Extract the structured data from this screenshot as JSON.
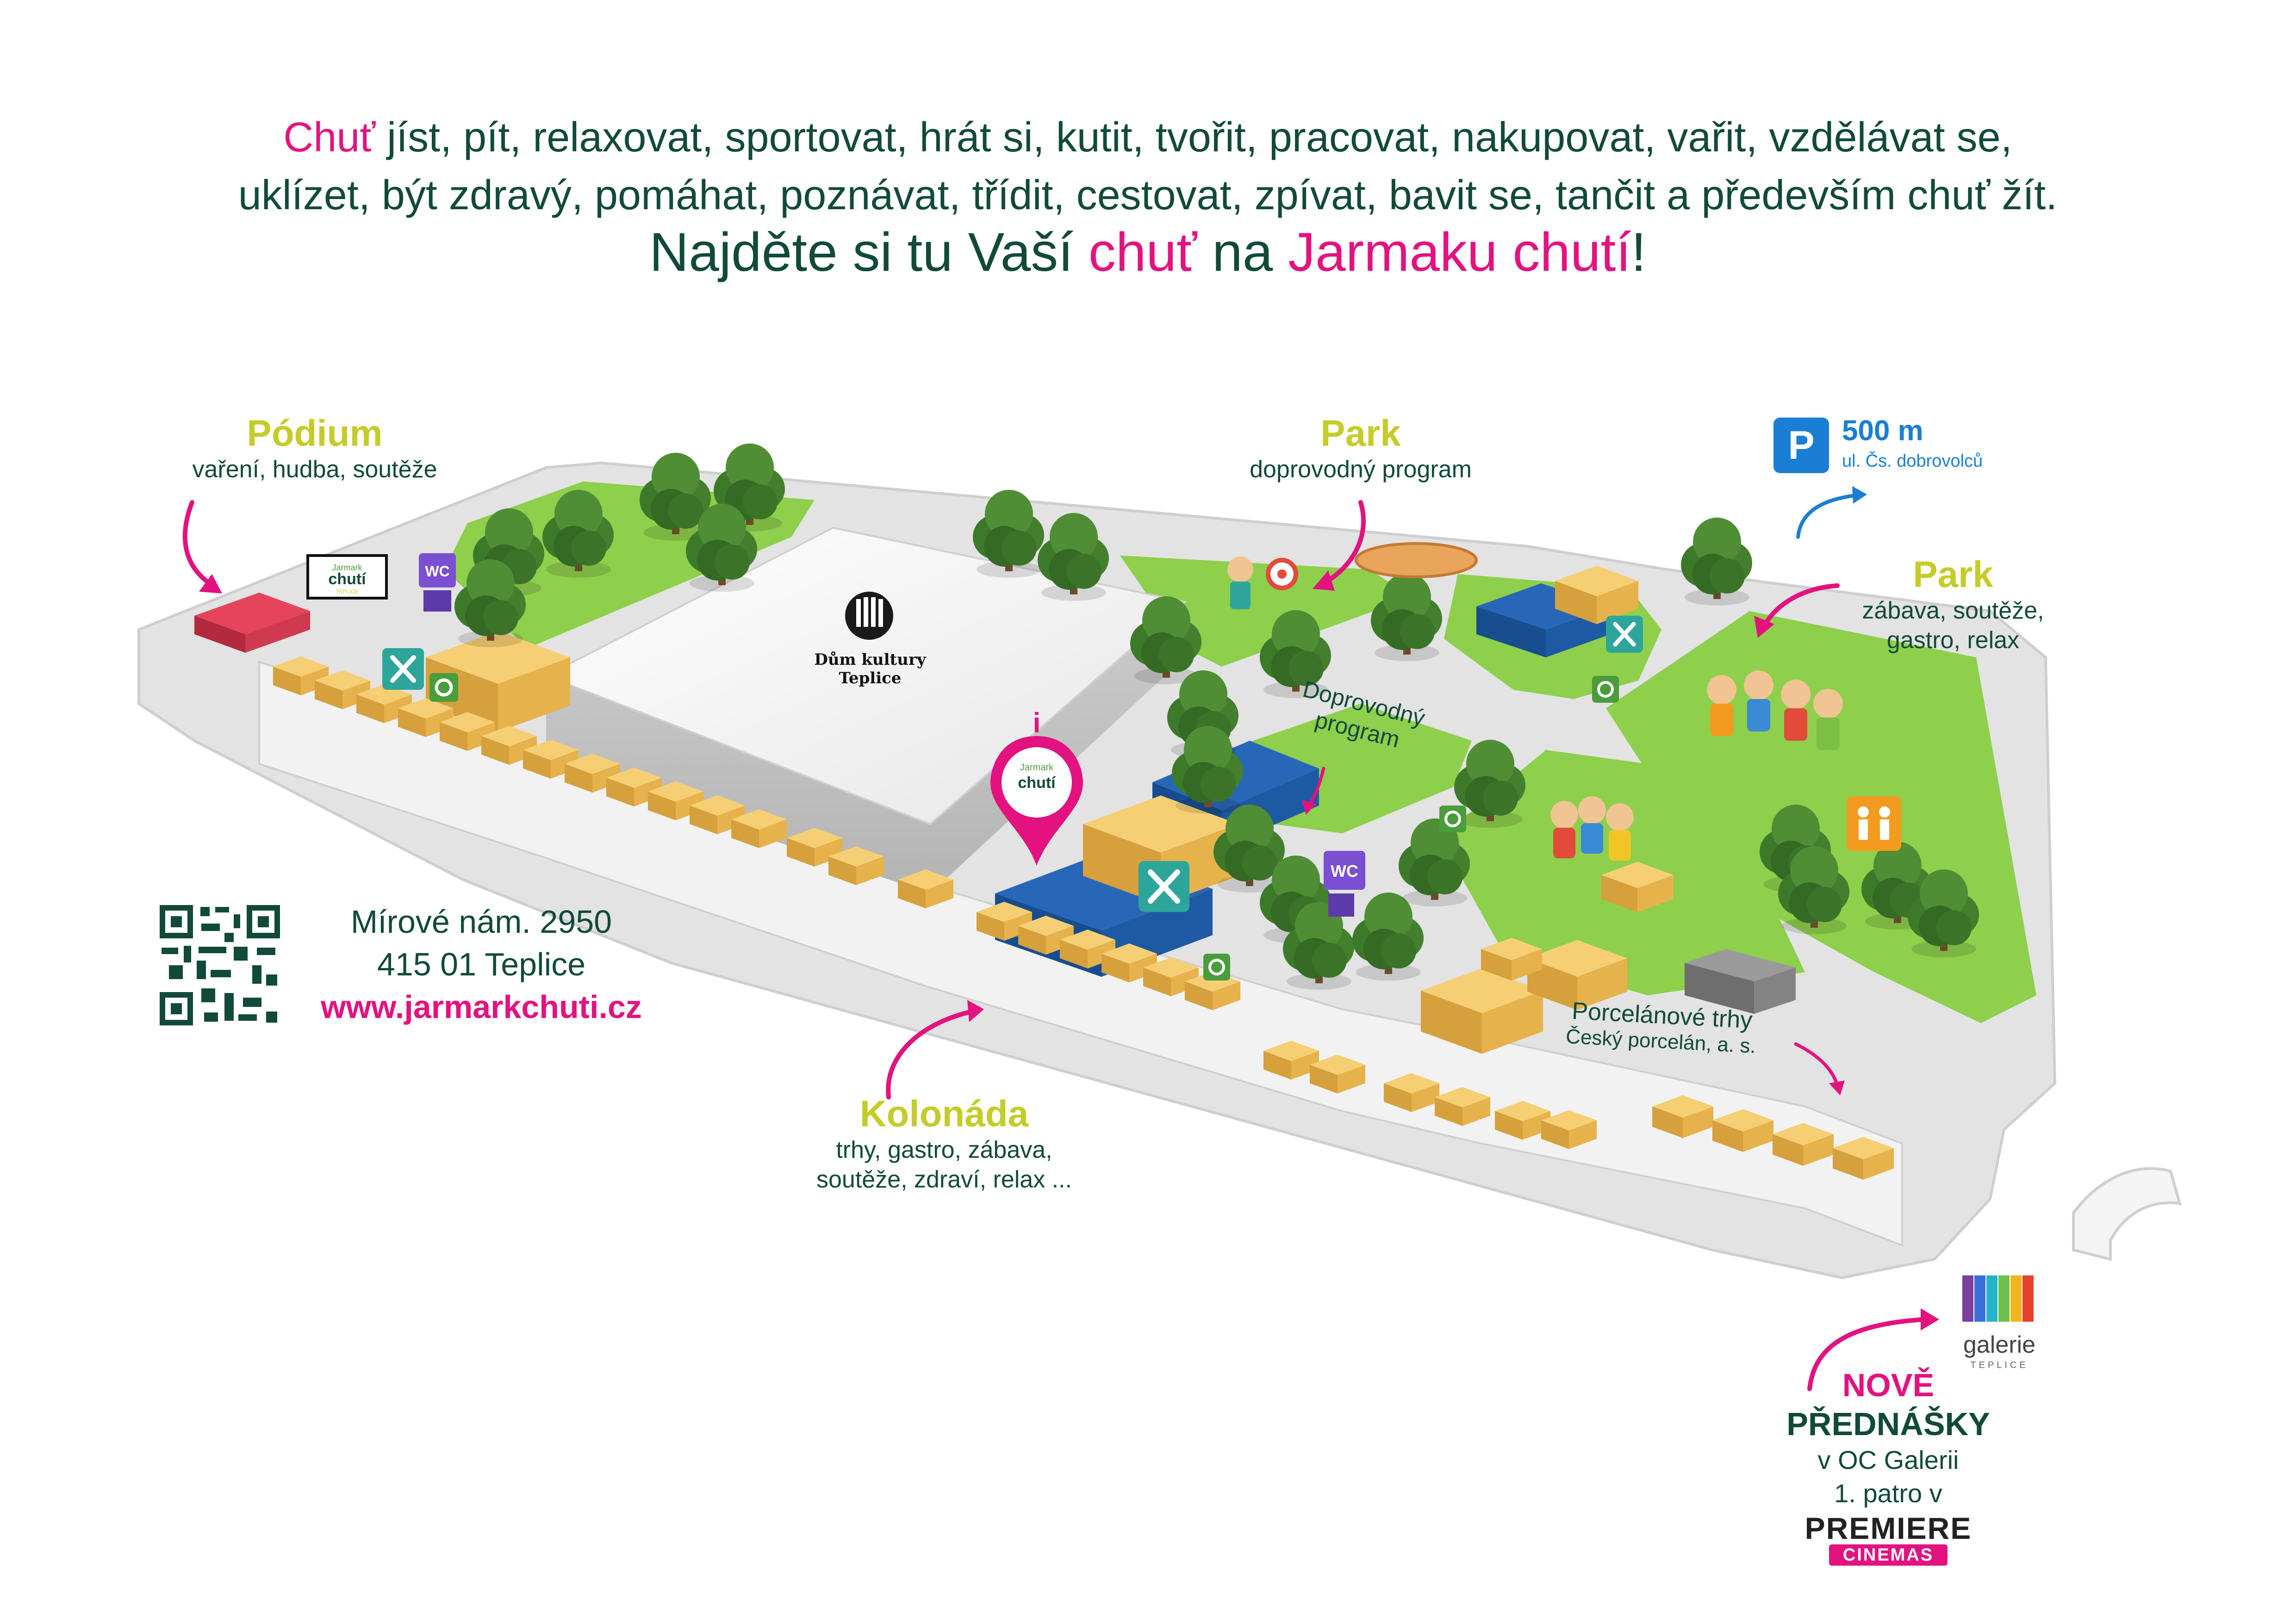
{
  "intro": {
    "line1_highlight": "Chuť",
    "line1_rest": " jíst, pít, relaxovat, sportovat, hrát si, kutit, tvořit, pracovat, nakupovat, vařit, vzdělávat se,",
    "line2": "uklízet, být zdravý, pomáhat, poznávat, třídit, cestovat, zpívat, bavit se, tančit a především chuť žít."
  },
  "headline": {
    "part1": "Najděte si tu Vaší ",
    "chut": "chuť",
    "part2": " na ",
    "jarmak": "Jarmaku chutí",
    "end": "!"
  },
  "areas": {
    "podium": {
      "title": "Pódium",
      "subtitle": "vaření, hudba, soutěže"
    },
    "park_top": {
      "title": "Park",
      "subtitle": "doprovodný program"
    },
    "park_right": {
      "title": "Park",
      "subtitle_1": "zábava, soutěže,",
      "subtitle_2": "gastro, relax"
    },
    "kolonada": {
      "title": "Kolonáda",
      "subtitle_1": "trhy, gastro, zábava,",
      "subtitle_2": "soutěže, zdraví, relax ..."
    },
    "doprovodny": {
      "line1": "Doprovodný",
      "line2": "program"
    },
    "porcelan": {
      "line1": "Porcelánové trhy",
      "line2": "Český porcelán, a. s."
    }
  },
  "building": {
    "line1": "Dům kultury",
    "line2": "Teplice"
  },
  "parking": {
    "sign": "P",
    "distance": "500 m",
    "street": "ul. Čs. dobrovolců"
  },
  "address": {
    "line1": "Mírové nám. 2950",
    "line2": "415 01 Teplice",
    "web": "www.jarmarkchuti.cz"
  },
  "lectures": {
    "new": "NOVĚ",
    "title": "PŘEDNÁŠKY",
    "line1": "v OC Galerii",
    "line2": "1. patro v"
  },
  "premiere": {
    "line1": "PREMIERE",
    "line2": "CINEMAS"
  },
  "galerie": {
    "word": "galerie",
    "sub": "TEPLICE"
  },
  "logo": {
    "small": "Jarmark",
    "main": "chutí",
    "sub": "TEPLICE"
  },
  "wc_label": "WC",
  "colors": {
    "pink": "#e3127f",
    "lime": "#c5cc2a",
    "dark_green": "#114a3a",
    "grass": "#8ecf4c",
    "pavement": "#dcdcdc",
    "stall": "#e9b94e",
    "tent_blue": "#1f5fa8",
    "wc_purple": "#7a4fd1",
    "food_teal": "#2ea59a",
    "recycle_green": "#4a9d3b",
    "parking_blue": "#1a7ed4",
    "family_orange": "#f39b1f"
  },
  "icons": [
    "wc-icon",
    "food-icon",
    "recycle-icon",
    "info-pin-icon",
    "parking-icon",
    "family-icon",
    "qr-code",
    "tree-icon",
    "stall-icon"
  ]
}
